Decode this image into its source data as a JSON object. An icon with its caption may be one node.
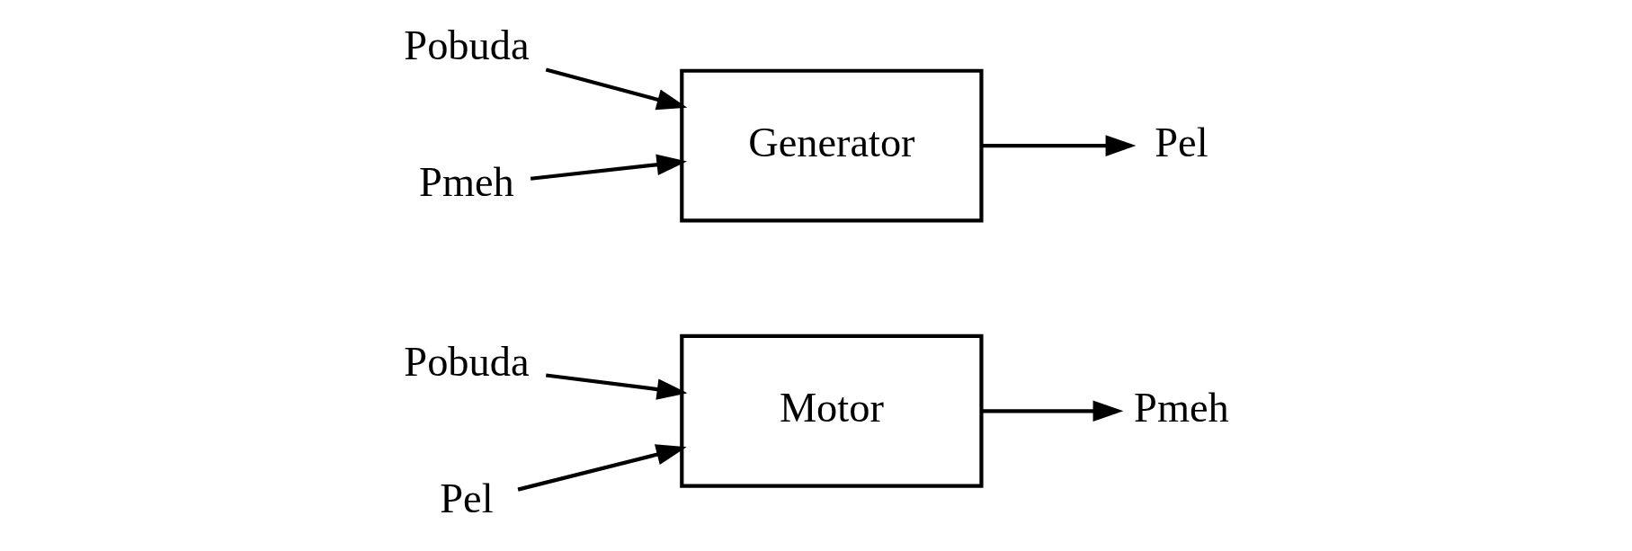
{
  "diagram": {
    "nodes": [
      {
        "text": [
          "Pobuda"
        ]
      },
      {
        "text": [
          "Pel"
        ]
      },
      {
        "text": [
          "Motor"
        ]
      },
      {
        "text": [
          "Pmeh"
        ]
      },
      {
        "text": [
          "Pobuda"
        ]
      },
      {
        "text": [
          "Pmeh"
        ]
      },
      {
        "text": [
          "Generator"
        ]
      },
      {
        "text": [
          "Pel"
        ]
      }
    ],
    "edges": [
      {
        "from": 0,
        "to": 2,
        "arrow": "to"
      },
      {
        "from": 1,
        "to": 2,
        "arrow": "to"
      },
      {
        "from": 2,
        "to": 3,
        "arrow": "to"
      },
      {
        "from": 4,
        "to": 6,
        "arrow": "to"
      },
      {
        "from": 5,
        "to": 6,
        "arrow": "to"
      },
      {
        "from": 6,
        "to": 7,
        "arrow": "to"
      }
    ]
  }
}
